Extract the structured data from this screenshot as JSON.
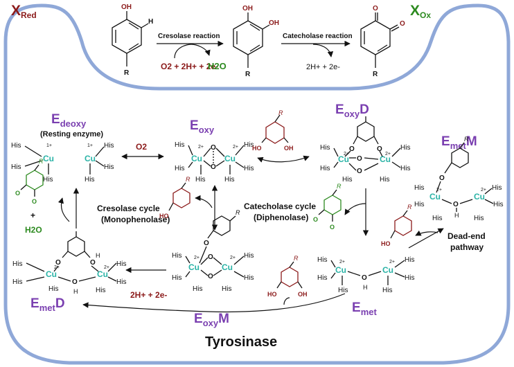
{
  "diagram": {
    "title": "Tyrosinase",
    "top": {
      "x_red": "X",
      "x_red_sub": "Red",
      "x_ox": "X",
      "x_ox_sub": "Ox",
      "cresolase_reaction": "Cresolase reaction",
      "catecholase_reaction": "Catecholase reaction",
      "o2_cofactors": "O2 + 2H+ + 2e-",
      "h2o": "H2O",
      "byproduct": "2H+ + 2e-",
      "oh": "OH",
      "h": "H",
      "r": "R",
      "o": "O"
    },
    "states": {
      "edeoxy": {
        "main": "E",
        "sub": "deoxy",
        "note": "(Resting enzyme)"
      },
      "eoxy": {
        "main": "E",
        "sub": "oxy"
      },
      "eoxyd": {
        "main": "E",
        "sub": "oxy",
        "suffix": "D"
      },
      "emetm": {
        "main": "E",
        "sub": "met",
        "suffix": "M"
      },
      "eoxym": {
        "main": "E",
        "sub": "oxy",
        "suffix": "M"
      },
      "emet": {
        "main": "E",
        "sub": "met"
      },
      "emetd": {
        "main": "E",
        "sub": "met",
        "suffix": "D"
      }
    },
    "labels": {
      "cresolase_cycle": "Cresolase cycle",
      "monophenolase": "(Monophenolase)",
      "catecholase_cycle": "Catecholase cycle",
      "diphenolase": "(Diphenolase)",
      "dead_end_1": "Dead-end",
      "dead_end_2": "pathway",
      "o2": "O2",
      "plus": "+",
      "h2o": "H2O",
      "two_h_e": "2H+ + 2e-"
    },
    "atoms": {
      "his": "His",
      "cu": "Cu",
      "o": "O",
      "h": "H",
      "r": "R",
      "ho": "HO",
      "oh": "OH",
      "ox_1": "1+",
      "ox_2": "2+"
    },
    "colors": {
      "outline": "#8fa8d8",
      "copper": "#2ab3a6",
      "state_label": "#7a3fb0",
      "reduced": "#8b1a1a",
      "oxidized": "#2c8a1f"
    }
  }
}
